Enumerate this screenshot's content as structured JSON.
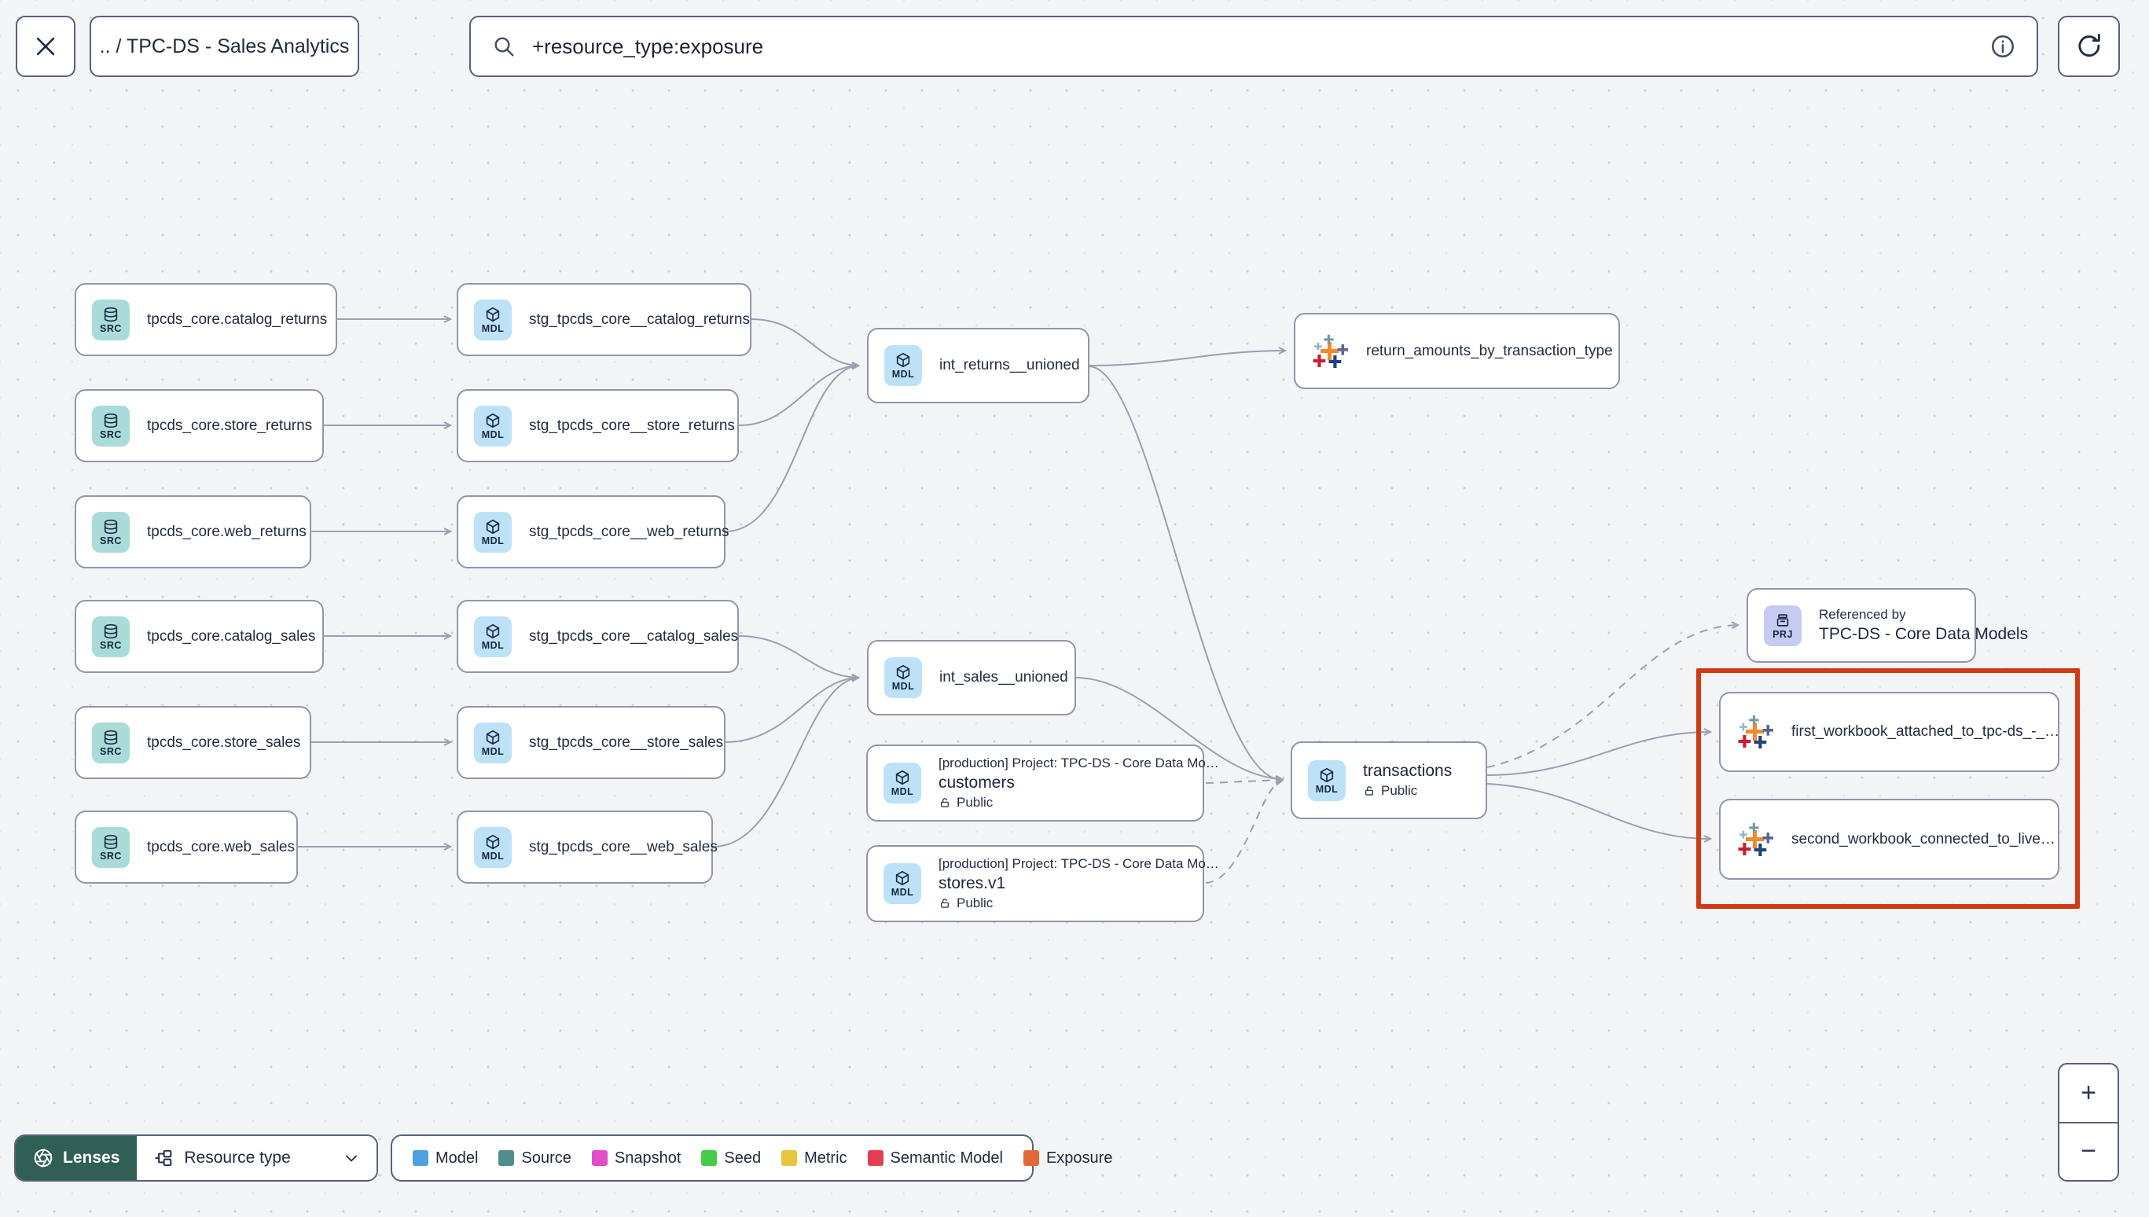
{
  "header": {
    "breadcrumb": ".. / TPC-DS - Sales Analytics",
    "search_value": "+resource_type:exposure"
  },
  "canvas": {
    "nodes": [
      {
        "badge": "SRC",
        "label": "tpcds_core.catalog_returns"
      },
      {
        "badge": "SRC",
        "label": "tpcds_core.store_returns"
      },
      {
        "badge": "SRC",
        "label": "tpcds_core.web_returns"
      },
      {
        "badge": "SRC",
        "label": "tpcds_core.catalog_sales"
      },
      {
        "badge": "SRC",
        "label": "tpcds_core.store_sales"
      },
      {
        "badge": "SRC",
        "label": "tpcds_core.web_sales"
      },
      {
        "badge": "MDL",
        "label": "stg_tpcds_core__catalog_returns"
      },
      {
        "badge": "MDL",
        "label": "stg_tpcds_core__store_returns"
      },
      {
        "badge": "MDL",
        "label": "stg_tpcds_core__web_returns"
      },
      {
        "badge": "MDL",
        "label": "stg_tpcds_core__catalog_sales"
      },
      {
        "badge": "MDL",
        "label": "stg_tpcds_core__store_sales"
      },
      {
        "badge": "MDL",
        "label": "stg_tpcds_core__web_sales"
      },
      {
        "badge": "MDL",
        "label": "int_returns__unioned"
      },
      {
        "icon": "tableau",
        "label": "return_amounts_by_transaction_type"
      },
      {
        "badge": "MDL",
        "label": "int_sales__unioned"
      },
      {
        "badge": "MDL",
        "project": "[production] Project: TPC-DS - Core Data Mo…",
        "label": "customers",
        "access": "Public"
      },
      {
        "badge": "MDL",
        "project": "[production] Project: TPC-DS - Core Data Mo…",
        "label": "stores.v1",
        "access": "Public"
      },
      {
        "badge": "MDL",
        "label": "transactions",
        "access": "Public"
      },
      {
        "badge": "PRJ",
        "title": "Referenced by",
        "label": "TPC-DS - Core Data Models"
      },
      {
        "icon": "tableau",
        "label": "first_workbook_attached_to_tpc-ds_-_…"
      },
      {
        "icon": "tableau",
        "label": "second_workbook_connected_to_live…"
      }
    ]
  },
  "footer": {
    "lenses_label": "Lenses",
    "resource_type_label": "Resource type",
    "legend": [
      {
        "label": "Model",
        "color": "#4FA0DF"
      },
      {
        "label": "Source",
        "color": "#4F8F8B"
      },
      {
        "label": "Snapshot",
        "color": "#E14EC8"
      },
      {
        "label": "Seed",
        "color": "#47CB49"
      },
      {
        "label": "Metric",
        "color": "#E7C53E"
      },
      {
        "label": "Semantic Model",
        "color": "#E53E54"
      },
      {
        "label": "Exposure",
        "color": "#E2683A"
      }
    ]
  },
  "zoom_controls": {
    "zoom_in": "+",
    "zoom_out": "−"
  },
  "colors": {
    "highlight": "#D13A17",
    "lenses_bg": "#305F56"
  }
}
